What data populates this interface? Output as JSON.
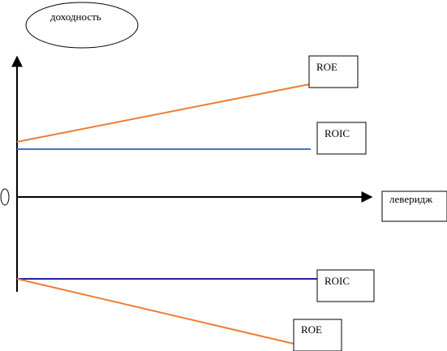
{
  "diagram": {
    "y_axis_label": "доходность",
    "x_axis_label": "леверидж",
    "origin_label": "0",
    "positive_case": {
      "roe_label": "ROE",
      "roic_label": "ROIC"
    },
    "negative_case": {
      "roic_label": "ROIC",
      "roe_label": "ROE"
    },
    "colors": {
      "roe_line": "#ED7D31",
      "roic_line_top": "#4472C4",
      "roic_line_bottom": "#1F1FA8",
      "axes": "#000000"
    }
  }
}
